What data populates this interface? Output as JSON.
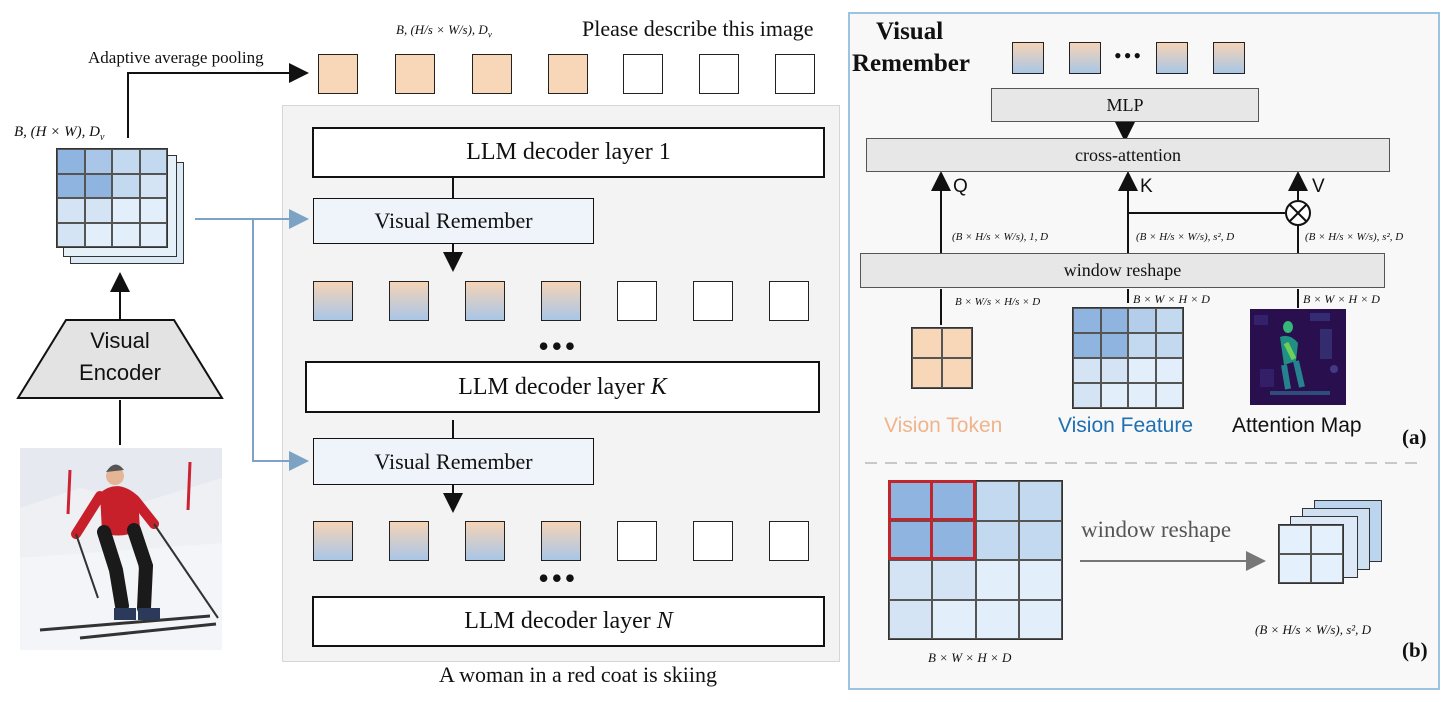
{
  "left": {
    "pooling_label": "Adaptive average pooling",
    "prompt_text": "Please describe this image",
    "feature_shape": "B, (H × W), D",
    "feature_shape_sub": "v",
    "pooled_shape": "B, (H/s × W/s), D",
    "pooled_shape_sub": "v",
    "encoder_line1": "Visual",
    "encoder_line2": "Encoder",
    "layer1": "LLM decoder layer 1",
    "layerK_prefix": "LLM decoder layer ",
    "layerK_var": "K",
    "layerN_prefix": "LLM decoder layer ",
    "layerN_var": "N",
    "visual_remember_1": "Visual Remember",
    "visual_remember_2": "Visual Remember",
    "dots": "•••",
    "caption": "A woman in a red coat is skiing"
  },
  "right": {
    "title_line1": "Visual",
    "title_line2": "Remember",
    "mlp": "MLP",
    "cross_attention": "cross-attention",
    "window_reshape": "window reshape",
    "q_label": "Q",
    "k_label": "K",
    "v_label": "V",
    "q_shape": "(B × H/s × W/s), 1, D",
    "k_shape": "(B × H/s × W/s), s², D",
    "v_shape": "(B × H/s × W/s), s², D",
    "token_in_shape": "B × W/s × H/s × D",
    "feature_in_shape": "B × W × H × D",
    "attn_in_shape": "B × W × H × D",
    "vision_token_label": "Vision Token",
    "vision_feature_label": "Vision Feature",
    "attention_map_label": "Attention Map",
    "panel_a": "(a)",
    "panel_b": "(b)",
    "b_window_reshape": "window reshape",
    "b_grid_shape": "B × W × H × D",
    "b_out_shape": "(B × H/s × W/s), s², D",
    "dots": "•••"
  },
  "colors": {
    "peach": "#f8d6b8",
    "blue_dark": "#8fb4e0",
    "blue_mid": "#c3d9ef",
    "blue_light": "#e2eef9",
    "panel_border": "#9cc3e0",
    "vision_token_text": "#f0b48c",
    "vision_feature_text": "#1e6fb3",
    "highlight_red": "#c0262c",
    "arrow_blue": "#7da3c4"
  }
}
